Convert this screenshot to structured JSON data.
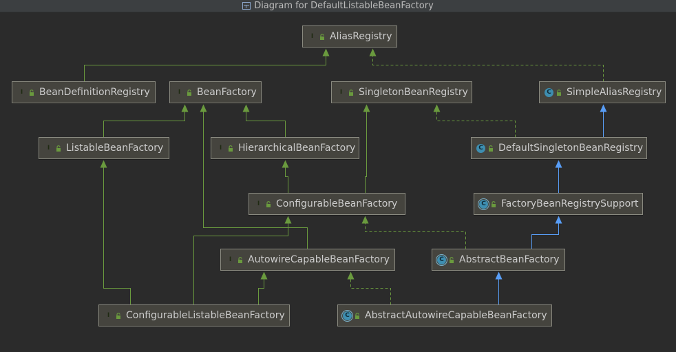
{
  "window": {
    "title": "Diagram for DefaultListableBeanFactory"
  },
  "colors": {
    "interface_badge": "#6a9a3e",
    "class_badge": "#3e8eb0",
    "interface_edge": "#6a9a3e",
    "extends_edge": "#589df6",
    "node_fill": "#45443e",
    "background": "#2b2b2b"
  },
  "legend_semantics": {
    "interface_badge_letter": "I",
    "class_badge_letter": "C",
    "solid_green": "interface extends interface",
    "dashed_green": "class implements interface",
    "solid_blue": "class extends class"
  },
  "nodes": [
    {
      "id": "alias_registry",
      "label": "AliasRegistry",
      "kind": "interface",
      "icon": "interface-icon"
    },
    {
      "id": "bean_definition_registry",
      "label": "BeanDefinitionRegistry",
      "kind": "interface",
      "icon": "interface-icon"
    },
    {
      "id": "bean_factory",
      "label": "BeanFactory",
      "kind": "interface",
      "icon": "interface-icon"
    },
    {
      "id": "singleton_bean_registry",
      "label": "SingletonBeanRegistry",
      "kind": "interface",
      "icon": "interface-icon"
    },
    {
      "id": "simple_alias_registry",
      "label": "SimpleAliasRegistry",
      "kind": "class",
      "icon": "class-icon"
    },
    {
      "id": "listable_bean_factory",
      "label": "ListableBeanFactory",
      "kind": "interface",
      "icon": "interface-icon"
    },
    {
      "id": "hierarchical_bean_factory",
      "label": "HierarchicalBeanFactory",
      "kind": "interface",
      "icon": "interface-icon"
    },
    {
      "id": "default_singleton_bean_registry",
      "label": "DefaultSingletonBeanRegistry",
      "kind": "class",
      "icon": "class-icon"
    },
    {
      "id": "configurable_bean_factory",
      "label": "ConfigurableBeanFactory",
      "kind": "interface",
      "icon": "interface-icon"
    },
    {
      "id": "factory_bean_registry_support",
      "label": "FactoryBeanRegistrySupport",
      "kind": "abstract",
      "icon": "abstract-class-icon"
    },
    {
      "id": "autowire_capable_bean_factory",
      "label": "AutowireCapableBeanFactory",
      "kind": "interface",
      "icon": "interface-icon"
    },
    {
      "id": "abstract_bean_factory",
      "label": "AbstractBeanFactory",
      "kind": "abstract",
      "icon": "abstract-class-icon"
    },
    {
      "id": "configurable_listable_bean_factory",
      "label": "ConfigurableListableBeanFactory",
      "kind": "interface",
      "icon": "interface-icon"
    },
    {
      "id": "abstract_autowire_capable_bean_factory",
      "label": "AbstractAutowireCapableBeanFactory",
      "kind": "abstract",
      "icon": "abstract-class-icon"
    }
  ],
  "edges": [
    {
      "from": "bean_definition_registry",
      "to": "alias_registry",
      "type": "extends-interface"
    },
    {
      "from": "simple_alias_registry",
      "to": "alias_registry",
      "type": "implements"
    },
    {
      "from": "listable_bean_factory",
      "to": "bean_factory",
      "type": "extends-interface"
    },
    {
      "from": "hierarchical_bean_factory",
      "to": "bean_factory",
      "type": "extends-interface"
    },
    {
      "from": "default_singleton_bean_registry",
      "to": "singleton_bean_registry",
      "type": "implements"
    },
    {
      "from": "default_singleton_bean_registry",
      "to": "simple_alias_registry",
      "type": "extends-class"
    },
    {
      "from": "configurable_bean_factory",
      "to": "hierarchical_bean_factory",
      "type": "extends-interface"
    },
    {
      "from": "configurable_bean_factory",
      "to": "singleton_bean_registry",
      "type": "extends-interface"
    },
    {
      "from": "factory_bean_registry_support",
      "to": "default_singleton_bean_registry",
      "type": "extends-class"
    },
    {
      "from": "autowire_capable_bean_factory",
      "to": "bean_factory",
      "type": "extends-interface"
    },
    {
      "from": "abstract_bean_factory",
      "to": "configurable_bean_factory",
      "type": "implements"
    },
    {
      "from": "abstract_bean_factory",
      "to": "factory_bean_registry_support",
      "type": "extends-class"
    },
    {
      "from": "configurable_listable_bean_factory",
      "to": "listable_bean_factory",
      "type": "extends-interface"
    },
    {
      "from": "configurable_listable_bean_factory",
      "to": "configurable_bean_factory",
      "type": "extends-interface"
    },
    {
      "from": "configurable_listable_bean_factory",
      "to": "autowire_capable_bean_factory",
      "type": "extends-interface"
    },
    {
      "from": "abstract_autowire_capable_bean_factory",
      "to": "autowire_capable_bean_factory",
      "type": "implements"
    },
    {
      "from": "abstract_autowire_capable_bean_factory",
      "to": "abstract_bean_factory",
      "type": "extends-class"
    }
  ]
}
